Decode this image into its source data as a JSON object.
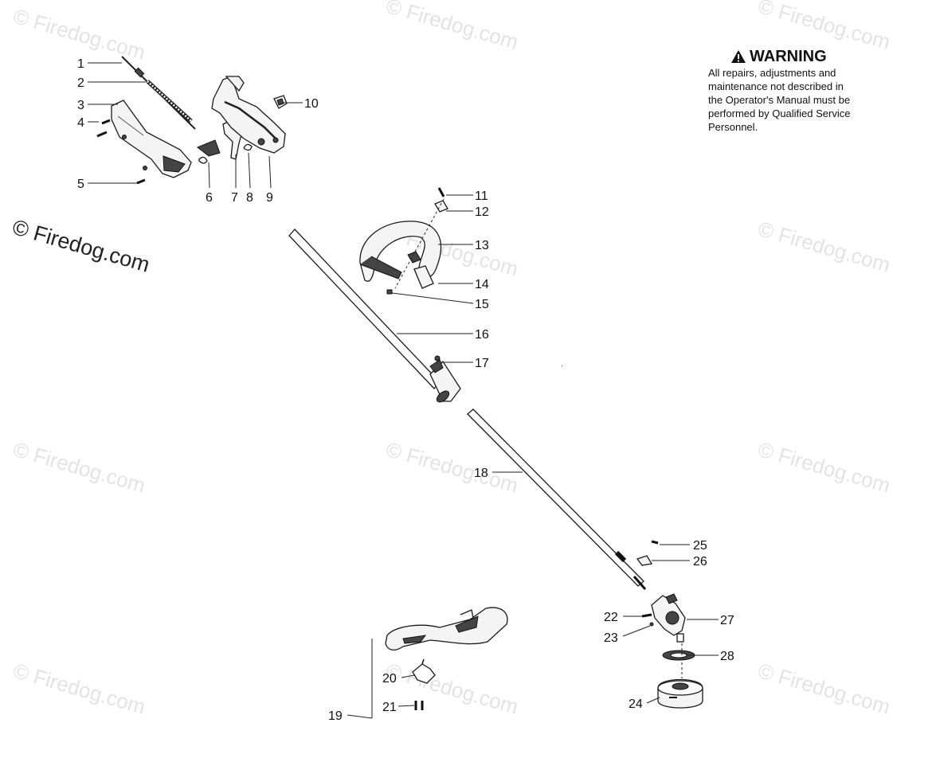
{
  "watermark": {
    "text": "© Firedog.com"
  },
  "warning": {
    "icon": "warning-triangle-icon",
    "title": "WARNING",
    "body": "All repairs, adjustments and\nmaintenance not described in\nthe Operator's Manual must be\nperformed by Qualified Service\nPersonnel."
  },
  "callouts": {
    "c1": "1",
    "c2": "2",
    "c3": "3",
    "c4": "4",
    "c5": "5",
    "c6": "6",
    "c7": "7",
    "c8": "8",
    "c9": "9",
    "c10": "10",
    "c11": "11",
    "c12": "12",
    "c13": "13",
    "c14": "14",
    "c15": "15",
    "c16": "16",
    "c17": "17",
    "c18": "18",
    "c19": "19",
    "c20": "20",
    "c21": "21",
    "c22": "22",
    "c23": "23",
    "c24": "24",
    "c25": "25",
    "c26": "26",
    "c27": "27",
    "c28": "28"
  }
}
